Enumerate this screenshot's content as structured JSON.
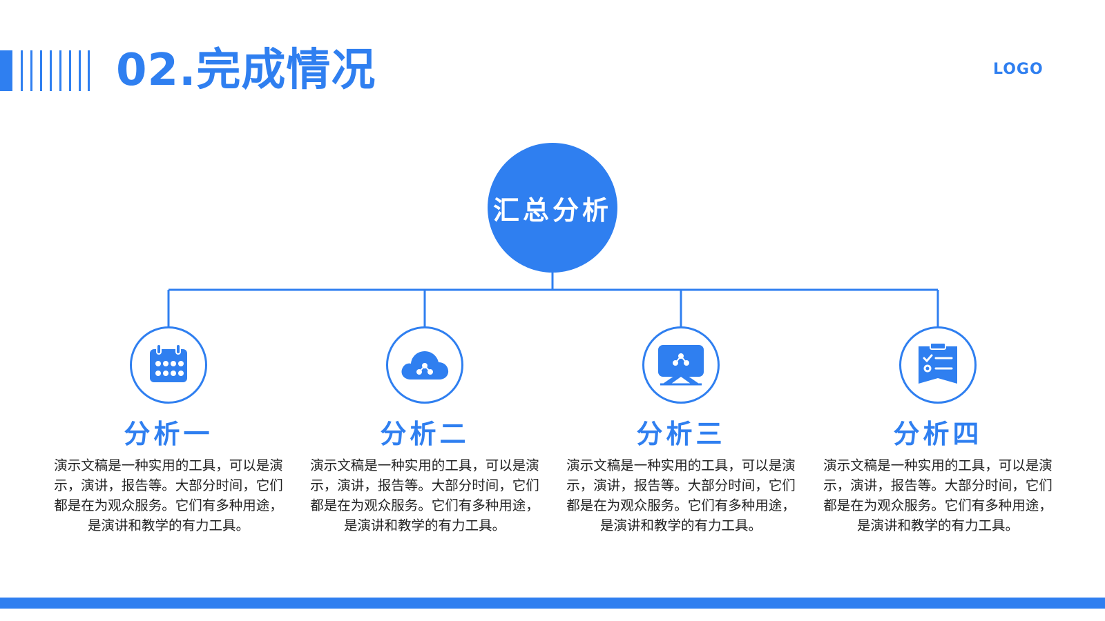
{
  "header": {
    "title": "02.完成情况",
    "logo": "LOGO"
  },
  "hub": {
    "label": "汇总分析"
  },
  "nodes": [
    {
      "title": "分析一",
      "icon": "calendar-icon",
      "description": "演示文稿是一种实用的工具，可以是演示，演讲，报告等。大部分时间，它们都是在为观众服务。它们有多种用途，是演讲和教学的有力工具。"
    },
    {
      "title": "分析二",
      "icon": "cloud-share-icon",
      "description": "演示文稿是一种实用的工具，可以是演示，演讲，报告等。大部分时间，它们都是在为观众服务。它们有多种用途，是演讲和教学的有力工具。"
    },
    {
      "title": "分析三",
      "icon": "screen-share-icon",
      "description": "演示文稿是一种实用的工具，可以是演示，演讲，报告等。大部分时间，它们都是在为观众服务。它们有多种用途，是演讲和教学的有力工具。"
    },
    {
      "title": "分析四",
      "icon": "checklist-icon",
      "description": "演示文稿是一种实用的工具，可以是演示，演讲，报告等。大部分时间，它们都是在为观众服务。它们有多种用途，是演讲和教学的有力工具。"
    }
  ],
  "colors": {
    "accent": "#2f7ff0",
    "text": "#222222",
    "background": "#ffffff"
  }
}
